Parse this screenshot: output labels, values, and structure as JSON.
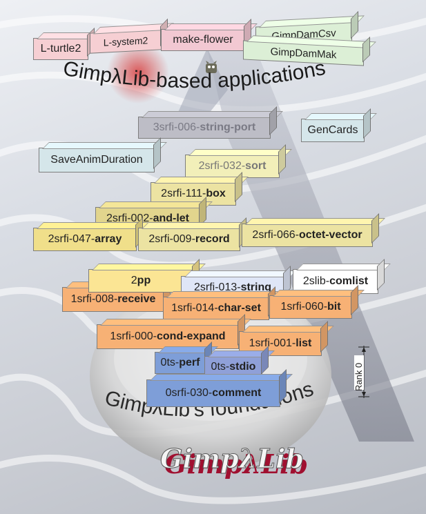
{
  "apps_title": "GimpλLib-based applications",
  "foundations_title": "GimpλLib’s foundations",
  "logo_text": "GimpλLib",
  "rank_label": "Rank 0",
  "colors": {
    "pink": "#f6cfd3",
    "green": "#dcefd6",
    "light_blue": "#d5e6ea",
    "grey": "#bdbdc6",
    "yellow_light": "#f2efb9",
    "yellow": "#ece3a2",
    "khaki": "#e2d58d",
    "white_blue": "#dfe6f7",
    "orange": "#f7b175",
    "gold": "#fbe594",
    "blue": "#7e9ed8"
  },
  "modules": {
    "l_turtle2": "L-turtle2",
    "l_system2": "L-system2",
    "make_flower": "make-flower",
    "gimpdamcsv": "GimpDamCsv",
    "gimpdammak": "GimpDamMak",
    "string_port": {
      "prefix": "3srfi-006-",
      "bold": "string-port"
    },
    "gencards": "GenCards",
    "saveanimduration": "SaveAnimDuration",
    "sort": {
      "prefix": "2srfi-032-",
      "bold": "sort"
    },
    "box": {
      "prefix": "2srfi-111-",
      "bold": "box"
    },
    "and_let": {
      "prefix": "2srfi-002-",
      "bold": "and-let"
    },
    "array": {
      "prefix": "2srfi-047-",
      "bold": "array"
    },
    "record": {
      "prefix": "2srfi-009-",
      "bold": "record"
    },
    "octet_vector": {
      "prefix": "2srfi-066-",
      "bold": "octet-vector"
    },
    "pp": {
      "prefix": "2",
      "bold": "pp"
    },
    "string": {
      "prefix": "2srfi-013-",
      "bold": "string"
    },
    "comlist": {
      "prefix": "2slib-",
      "bold": "comlist"
    },
    "receive": {
      "prefix": "1srfi-008-",
      "bold": "receive"
    },
    "char_set": {
      "prefix": "1srfi-014-",
      "bold": "char-set"
    },
    "bit": {
      "prefix": "1srfi-060-",
      "bold": "bit"
    },
    "cond_expand": {
      "prefix": "1srfi-000-",
      "bold": "cond-expand"
    },
    "list": {
      "prefix": "1srfi-001-",
      "bold": "list"
    },
    "perf": {
      "prefix": "0ts-",
      "bold": "perf"
    },
    "stdio": {
      "prefix": "0ts-",
      "bold": "stdio"
    },
    "comment": {
      "prefix": "0srfi-030-",
      "bold": "comment"
    }
  }
}
